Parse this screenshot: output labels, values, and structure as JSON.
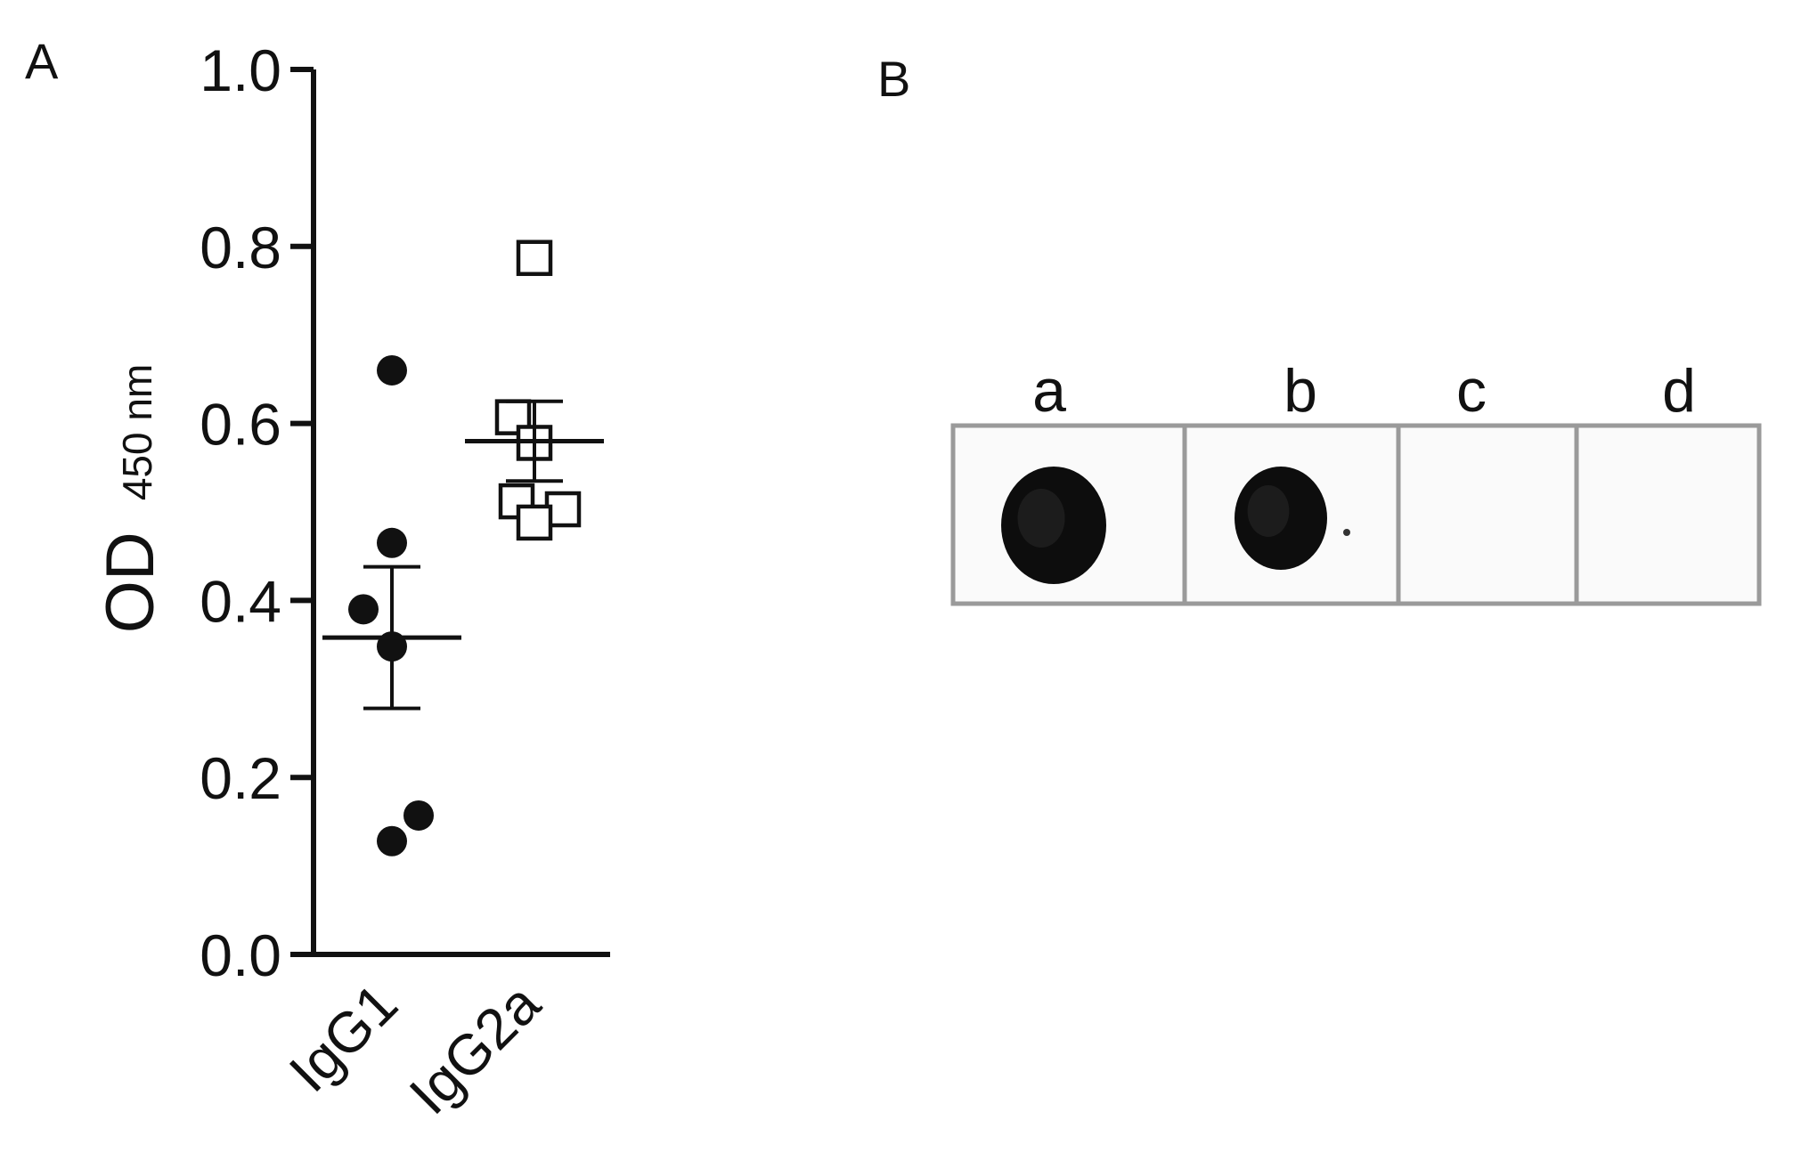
{
  "chart_data": [
    {
      "panel": "A",
      "type": "scatter",
      "ylabel": "OD",
      "ylabel_subscript": "450 nm",
      "xlabel": "",
      "ylim": [
        0.0,
        1.0
      ],
      "yticks": [
        0.0,
        0.2,
        0.4,
        0.6,
        0.8,
        1.0
      ],
      "ytick_labels": [
        "0.0",
        "0.2",
        "0.4",
        "0.6",
        "0.8",
        "1.0"
      ],
      "categories": [
        "IgG1",
        "IgG2a"
      ],
      "grid": false,
      "series": [
        {
          "category": "IgG1",
          "marker": "filled-circle",
          "points": [
            0.66,
            0.465,
            0.39,
            0.348,
            0.157,
            0.128
          ],
          "mean": 0.358,
          "error": 0.08
        },
        {
          "category": "IgG2a",
          "marker": "open-square",
          "points": [
            0.787,
            0.607,
            0.578,
            0.512,
            0.503,
            0.488
          ],
          "mean": 0.58,
          "error": 0.045
        }
      ]
    },
    {
      "panel": "B",
      "type": "dot-blot",
      "lanes": [
        {
          "label": "a",
          "signal": "strong"
        },
        {
          "label": "b",
          "signal": "strong"
        },
        {
          "label": "c",
          "signal": "none"
        },
        {
          "label": "d",
          "signal": "none"
        }
      ]
    }
  ]
}
